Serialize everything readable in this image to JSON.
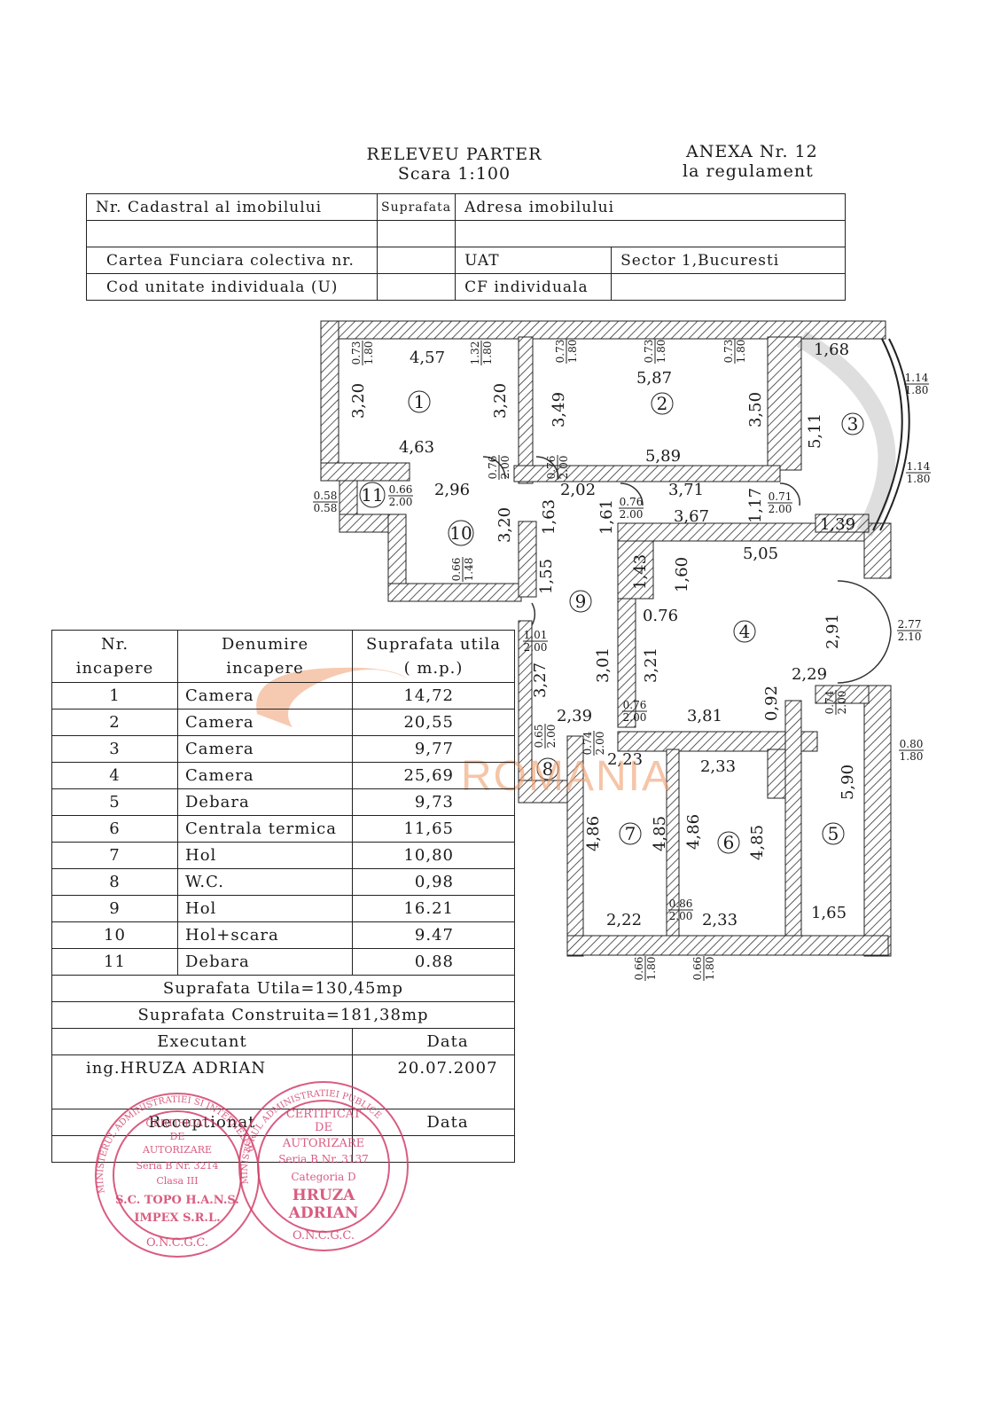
{
  "header": {
    "title_line1": "RELEVEU PARTER",
    "title_line2": "Scara 1:100",
    "anexa_line1": "ANEXA Nr. 12",
    "anexa_line2": "la regulament"
  },
  "info_table": {
    "cadastral_label": "Nr. Cadastral al imobilului",
    "suprafata_label": "Suprafata",
    "adresa_label": "Adresa imobilului",
    "carte_funciara_label": "Cartea Funciara colectiva nr.",
    "uat_label": "UAT",
    "sector_value": "Sector 1,Bucuresti",
    "cod_unitate_label": "Cod unitate individuala (U)",
    "cf_individuala_label": "CF individuala"
  },
  "plan": {
    "room_numbers": [
      "1",
      "2",
      "3",
      "4",
      "5",
      "6",
      "7",
      "8",
      "9",
      "10",
      "11"
    ],
    "dimensions": [
      "4,57",
      "4,63",
      "3,20",
      "3,20",
      "5,87",
      "5,89",
      "3,49",
      "3,50",
      "1,68",
      "5,11",
      "1,39",
      "2,96",
      "3,20",
      "2,02",
      "1,63",
      "1,61",
      "3,71",
      "3,67",
      "1,17",
      "5,05",
      "1,60",
      "1,43",
      "1,55",
      "0.76",
      "2,91",
      "2,29",
      "3,27",
      "3,01",
      "3,21",
      "0,92",
      "2,39",
      "3,81",
      "2,23",
      "2,33",
      "4,86",
      "4,85",
      "4,86",
      "4,85",
      "5,90",
      "2,22",
      "2,33",
      "1,65"
    ],
    "openings": [
      {
        "a": "0.73",
        "b": "1.80"
      },
      {
        "a": "1.32",
        "b": "1.80"
      },
      {
        "a": "0.73",
        "b": "1.80"
      },
      {
        "a": "0.73",
        "b": "1.80"
      },
      {
        "a": "0.73",
        "b": "1.80"
      },
      {
        "a": "1.14",
        "b": "1.80"
      },
      {
        "a": "1.14",
        "b": "1.80"
      },
      {
        "a": "0.76",
        "b": "2.00"
      },
      {
        "a": "0.76",
        "b": "2.00"
      },
      {
        "a": "0.58",
        "b": "0.58"
      },
      {
        "a": "0.66",
        "b": "2.00"
      },
      {
        "a": "0.76",
        "b": "2.00"
      },
      {
        "a": "0.71",
        "b": "2.00"
      },
      {
        "a": "0.66",
        "b": "1.48"
      },
      {
        "a": "2.77",
        "b": "2.10"
      },
      {
        "a": "1.01",
        "b": "2.00"
      },
      {
        "a": "0.76",
        "b": "2.00"
      },
      {
        "a": "0.74",
        "b": "2.00"
      },
      {
        "a": "0.65",
        "b": "2.00"
      },
      {
        "a": "0.74",
        "b": "2.00"
      },
      {
        "a": "0.80",
        "b": "1.80"
      },
      {
        "a": "0.86",
        "b": "2.00"
      },
      {
        "a": "0.66",
        "b": "1.80"
      },
      {
        "a": "0.66",
        "b": "1.80"
      }
    ]
  },
  "legend": {
    "col1": "Nr. incapere",
    "col2": "Denumire incapere",
    "col3_line1": "Suprafata utila",
    "col3_line2": "( m.p.)",
    "rows": [
      {
        "nr": "1",
        "name": "Camera",
        "area": "14,72"
      },
      {
        "nr": "2",
        "name": "Camera",
        "area": "20,55"
      },
      {
        "nr": "3",
        "name": "Camera",
        "area": "9,77"
      },
      {
        "nr": "4",
        "name": "Camera",
        "area": "25,69"
      },
      {
        "nr": "5",
        "name": "Debara",
        "area": "9,73"
      },
      {
        "nr": "6",
        "name": "Centrala termica",
        "area": "11,65"
      },
      {
        "nr": "7",
        "name": "Hol",
        "area": "10,80"
      },
      {
        "nr": "8",
        "name": "W.C.",
        "area": "0,98"
      },
      {
        "nr": "9",
        "name": "Hol",
        "area": "16.21"
      },
      {
        "nr": "10",
        "name": "Hol+scara",
        "area": "9.47"
      },
      {
        "nr": "11",
        "name": "Debara",
        "area": "0.88"
      }
    ],
    "suprafata_utila": "Suprafata Utila=130,45mp",
    "suprafata_construita": "Suprafata Construita=181,38mp",
    "executant_label": "Executant",
    "data_label": "Data",
    "executant_name": "ing.HRUZA ADRIAN",
    "executant_date": "20.07.2007",
    "receptionat_label": "Receptionat",
    "data_label2": "Data"
  },
  "stamps": {
    "stamp1": [
      "MINISTERUL ADMINISTRATIEI SI INTERNELOR",
      "CERTIFICAT",
      "DE",
      "AUTORIZARE",
      "Seria B Nr. 3214",
      "Clasa III",
      "S.C. TOPO H.A.N.S.",
      "IMPEX S.R.L.",
      "O.N.C.G.C."
    ],
    "stamp2": [
      "MINISTERUL ADMINISTRATIEI PUBLICE",
      "CERTIFICAT",
      "DE",
      "AUTORIZARE",
      "Seria B Nr. 3137",
      "Categoria D",
      "HRUZA",
      "ADRIAN",
      "O.N.C.G.C."
    ],
    "color": "#d2416a"
  },
  "watermark": {
    "text": "ROMANIA",
    "color": "#f0a070"
  }
}
